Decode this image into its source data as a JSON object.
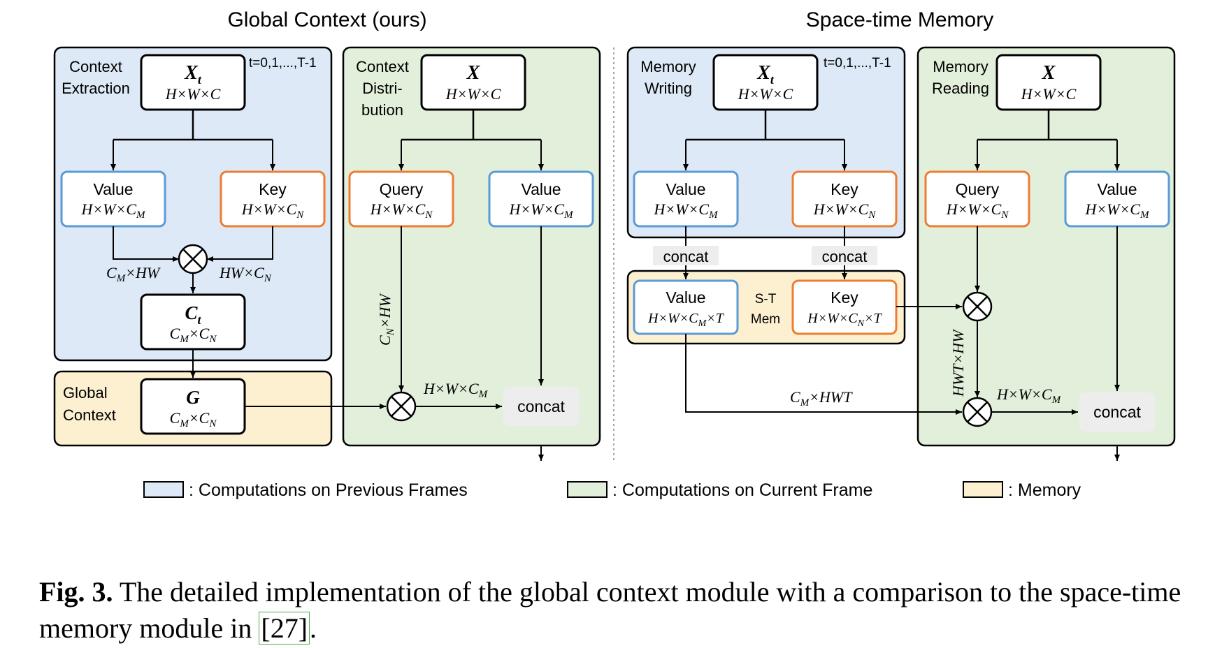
{
  "colors": {
    "previous_frames": "#dde9f6",
    "current_frame": "#e2efda",
    "memory": "#fdf0d0",
    "value_border": "#5b9bd5",
    "key_border": "#ed7d31",
    "concat_bg": "#ededed"
  },
  "left": {
    "title": "Global Context (ours)",
    "extraction_label_1": "Context",
    "extraction_label_2": "Extraction",
    "time_range": "t=0,1,...,T-1",
    "xt_label": "X",
    "xt_sub": "t",
    "xt_dim": "H×W×C",
    "value_label": "Value",
    "value_dim": "H×W×C",
    "value_dim_sub": "M",
    "key_label": "Key",
    "key_dim": "H×W×C",
    "key_dim_sub": "N",
    "edge_cm_hw": "C",
    "edge_cm_hw_sub": "M",
    "edge_cm_hw_rest": "×HW",
    "edge_hw_cn": "HW×C",
    "edge_hw_cn_sub": "N",
    "ct_label": "C",
    "ct_sub": "t",
    "ct_dim": "C",
    "ct_dim_sub1": "M",
    "ct_dim_mid": "×C",
    "ct_dim_sub2": "N",
    "global_label_1": "Global",
    "global_label_2": "Context",
    "g_label": "G",
    "g_dim": "C",
    "g_dim_sub1": "M",
    "g_dim_mid": "×C",
    "g_dim_sub2": "N",
    "distribution_label_1": "Context",
    "distribution_label_2": "Distri-",
    "distribution_label_3": "bution",
    "x_label": "X",
    "x_dim": "H×W×C",
    "query_label": "Query",
    "query_dim": "H×W×C",
    "query_dim_sub": "N",
    "value2_label": "Value",
    "value2_dim": "H×W×C",
    "value2_dim_sub": "M",
    "edge_cn_hw": "C",
    "edge_cn_hw_sub": "N",
    "edge_cn_hw_rest": "×HW",
    "edge_hwcm": "H×W×C",
    "edge_hwcm_sub": "M",
    "concat_label": "concat"
  },
  "right": {
    "title": "Space-time Memory",
    "writing_label_1": "Memory",
    "writing_label_2": "Writing",
    "time_range": "t=0,1,...,T-1",
    "xt_label": "X",
    "xt_sub": "t",
    "xt_dim": "H×W×C",
    "value_label": "Value",
    "value_dim": "H×W×C",
    "value_dim_sub": "M",
    "key_label": "Key",
    "key_dim": "H×W×C",
    "key_dim_sub": "N",
    "concat_label": "concat",
    "mem_value_label": "Value",
    "mem_value_dim": "H×W×C",
    "mem_value_dim_sub": "M",
    "mem_value_dim_rest": "×T",
    "stmem_label_1": "S-T",
    "stmem_label_2": "Mem",
    "mem_key_label": "Key",
    "mem_key_dim": "H×W×C",
    "mem_key_dim_sub": "N",
    "mem_key_dim_rest": "×T",
    "reading_label_1": "Memory",
    "reading_label_2": "Reading",
    "x_label": "X",
    "x_dim": "H×W×C",
    "query_label": "Query",
    "query_dim": "H×W×C",
    "query_dim_sub": "N",
    "value2_label": "Value",
    "value2_dim": "H×W×C",
    "value2_dim_sub": "M",
    "edge_hwt_hw": "HWT×HW",
    "edge_cm_hwt": "C",
    "edge_cm_hwt_sub": "M",
    "edge_cm_hwt_rest": "×HWT",
    "edge_hwcm": "H×W×C",
    "edge_hwcm_sub": "M",
    "final_concat_label": "concat"
  },
  "legend": {
    "previous": ": Computations on Previous Frames",
    "current": ": Computations on Current Frame",
    "memory": ": Memory"
  },
  "caption": {
    "fig": "Fig. 3.",
    "text_1": " The detailed implementation of the global context module with a comparison to the space-time memory module in ",
    "cite": "[27]",
    "text_2": "."
  }
}
